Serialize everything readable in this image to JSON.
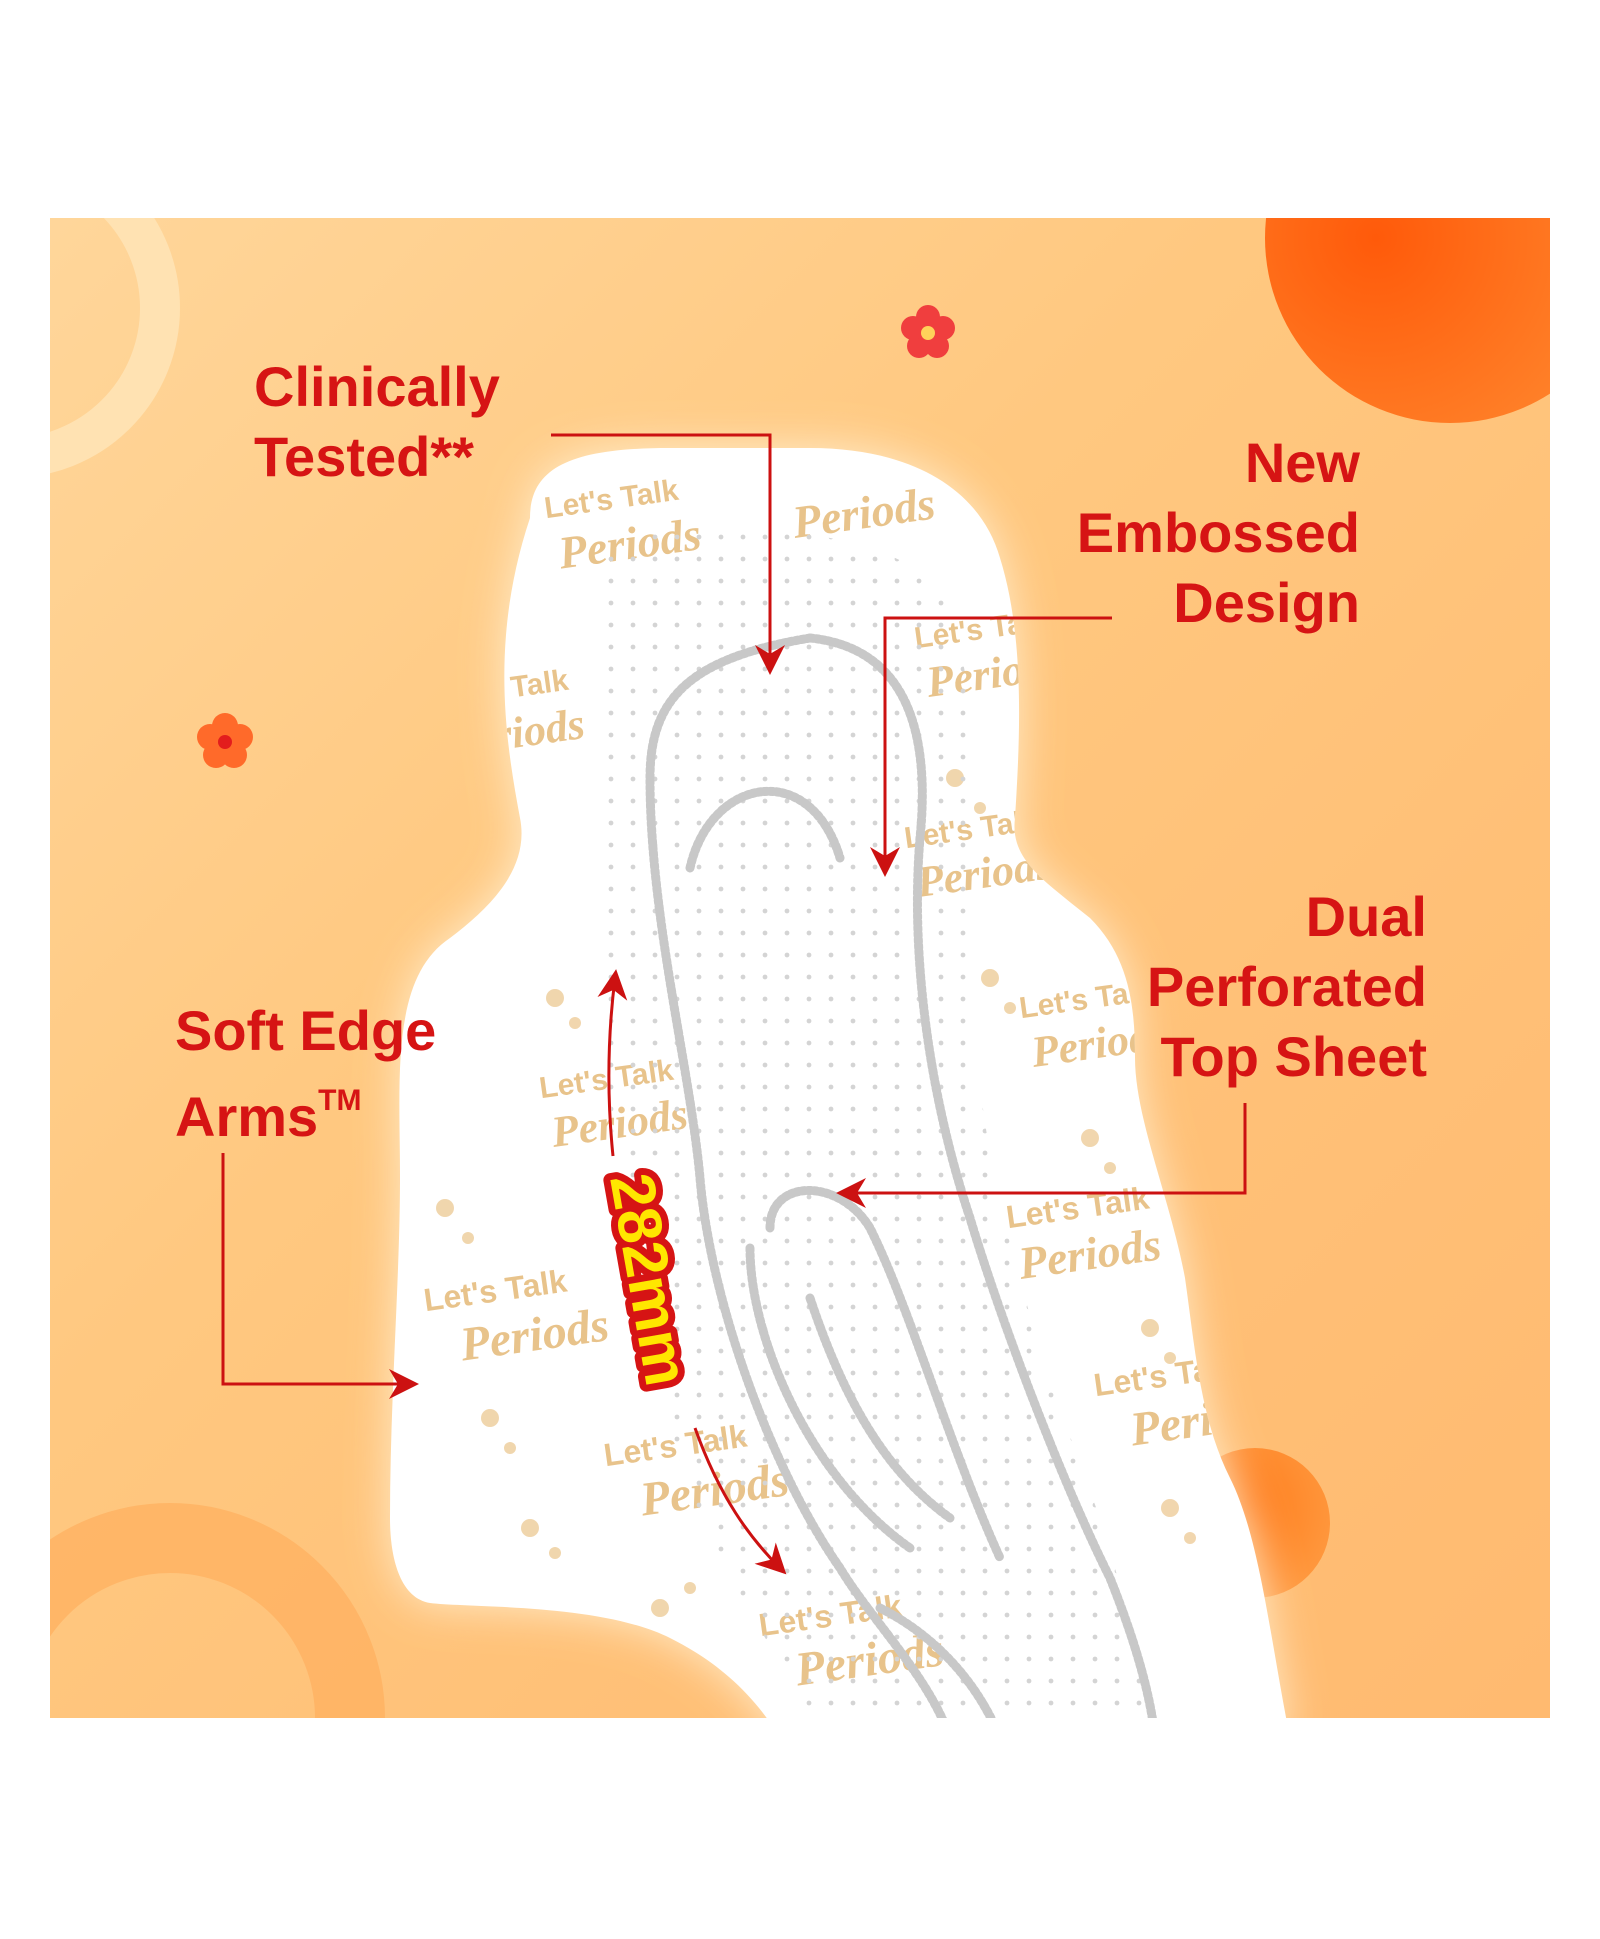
{
  "callouts": {
    "clinically_tested": "Clinically\nTested**",
    "embossed_design": "New\nEmbossed\nDesign",
    "dual_perforated": "Dual\nPerforated\nTop Sheet",
    "soft_edge_arms": "Soft Edge\nArms",
    "soft_edge_arms_mark": "TM"
  },
  "length_label": "282mm",
  "brand_pattern": {
    "line1": "Let's Talk",
    "line2": "Periods"
  },
  "colors": {
    "callout_text": "#d61414",
    "arrow": "#cc1111",
    "length_label_fill": "#ffe600",
    "length_label_text": "#d61414",
    "background": "#ffc880",
    "accent_orange": "#ff6a10",
    "pad": "#ffffff",
    "pattern": "#e8c38b"
  }
}
